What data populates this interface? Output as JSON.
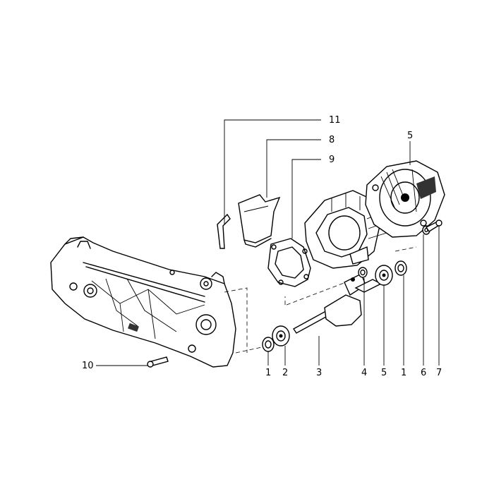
{
  "callouts": {
    "c11": "11",
    "c8": "8",
    "c9": "9",
    "c5_top": "5",
    "c10": "10",
    "c1_left": "1",
    "c2": "2",
    "c3": "3",
    "c4": "4",
    "c5_bottom": "5",
    "c1_right": "1",
    "c6": "6",
    "c7": "7"
  }
}
